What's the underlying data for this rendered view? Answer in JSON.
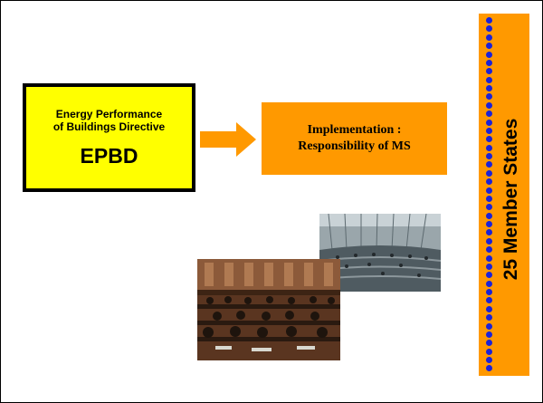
{
  "epbd_box": {
    "line1": "Energy Performance",
    "line2": "of Buildings Directive",
    "title": "EPBD",
    "fill_color": "#ffff00"
  },
  "implementation_box": {
    "line1": "Implementation :",
    "line2": "Responsibility of MS",
    "fill_color": "#ff9900"
  },
  "member_states_bar": {
    "label": "25 Member States",
    "fill_color": "#ff9900",
    "dot_color": "#1a22d8"
  },
  "arrow": {
    "color": "#ff9900",
    "icon": "right-arrow-icon"
  }
}
